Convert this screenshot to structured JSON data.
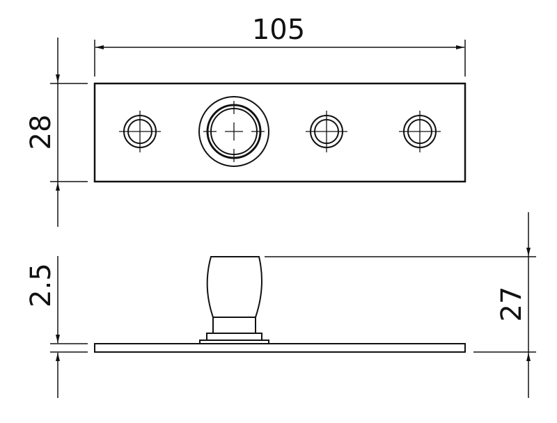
{
  "drawing": {
    "type": "technical-drawing",
    "colors": {
      "line": "#111111",
      "background": "#ffffff"
    },
    "top_view": {
      "name": "plate-top-view",
      "dimensions": {
        "width_label": "105",
        "height_label": "28"
      }
    },
    "side_view": {
      "name": "plate-side-view",
      "dimensions": {
        "plate_thickness_label": "2.5",
        "total_height_label": "27"
      }
    }
  }
}
